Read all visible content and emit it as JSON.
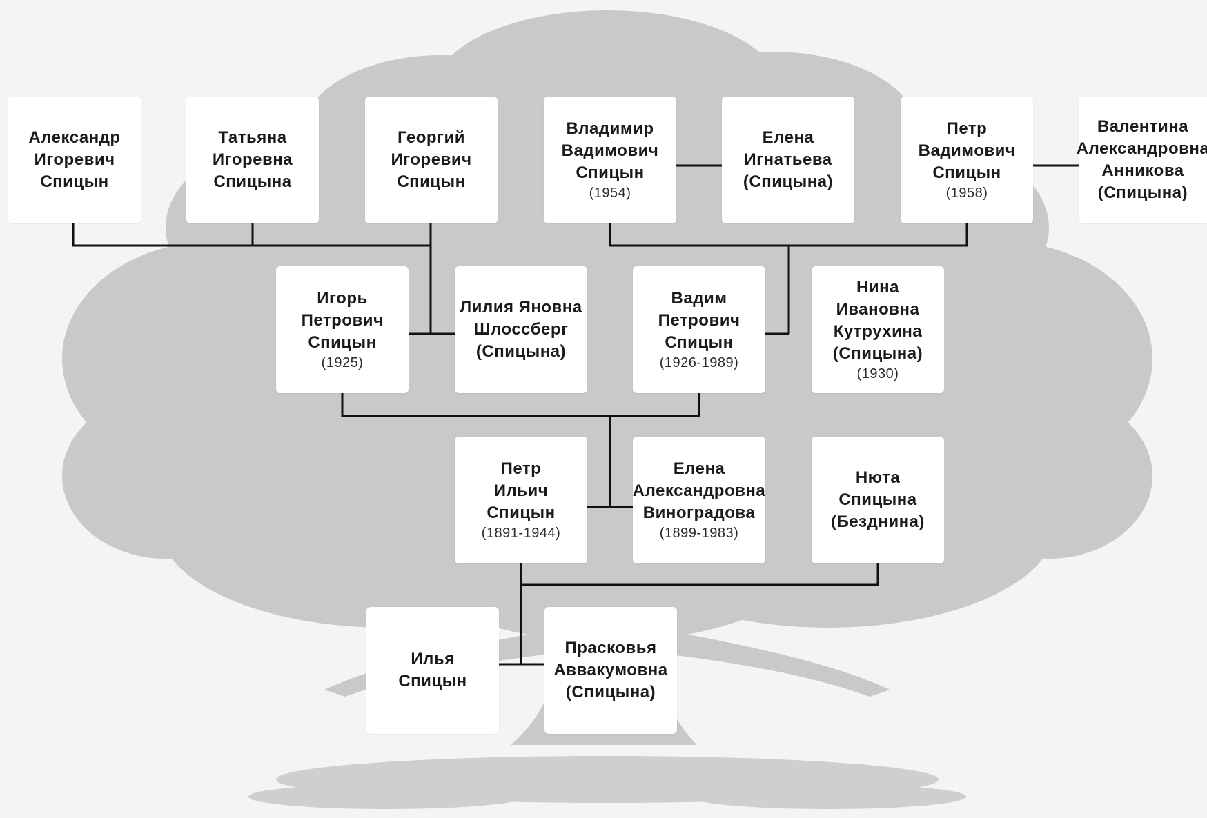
{
  "people": {
    "aleksandr": {
      "name": "Александр\nИгоревич\nСпицын",
      "years": ""
    },
    "tatyana": {
      "name": "Татьяна\nИгоревна\nСпицына",
      "years": ""
    },
    "georgiy": {
      "name": "Георгий\nИгоревич\nСпицын",
      "years": ""
    },
    "vladimir": {
      "name": "Владимир\nВадимович\nСпицын",
      "years": "(1954)"
    },
    "elena_ignatyeva": {
      "name": "Елена\nИгнатьева\n(Спицына)",
      "years": ""
    },
    "petr_vadimovich": {
      "name": "Петр\nВадимович\nСпицын",
      "years": "(1958)"
    },
    "valentina": {
      "name": "Валентина\nАлександровна\nАнникова\n(Спицына)",
      "years": ""
    },
    "igor": {
      "name": "Игорь\nПетрович\nСпицын",
      "years": "(1925)"
    },
    "liliya": {
      "name": "Лилия Яновна\nШлоссберг\n(Спицына)",
      "years": ""
    },
    "vadim": {
      "name": "Вадим\nПетрович\nСпицын",
      "years": "(1926-1989)"
    },
    "nina": {
      "name": "Нина Ивановна\nКутрухина\n(Спицына)",
      "years": "(1930)"
    },
    "petr_ilyich": {
      "name": "Петр\nИльич\nСпицын",
      "years": "(1891-1944)"
    },
    "elena_vinogradova": {
      "name": "Елена\nАлександровна\nВиноградова",
      "years": "(1899-1983)"
    },
    "nyuta": {
      "name": "Нюта\nСпицына\n(Безднина)",
      "years": ""
    },
    "ilya": {
      "name": "Илья\nСпицын",
      "years": ""
    },
    "praskovya": {
      "name": "Прасковья\nАввакумовна\n(Спицына)",
      "years": ""
    }
  },
  "colors": {
    "background": "#f4f4f4",
    "tree": "#c9c9c9",
    "card": "#ffffff",
    "line": "#111111"
  }
}
